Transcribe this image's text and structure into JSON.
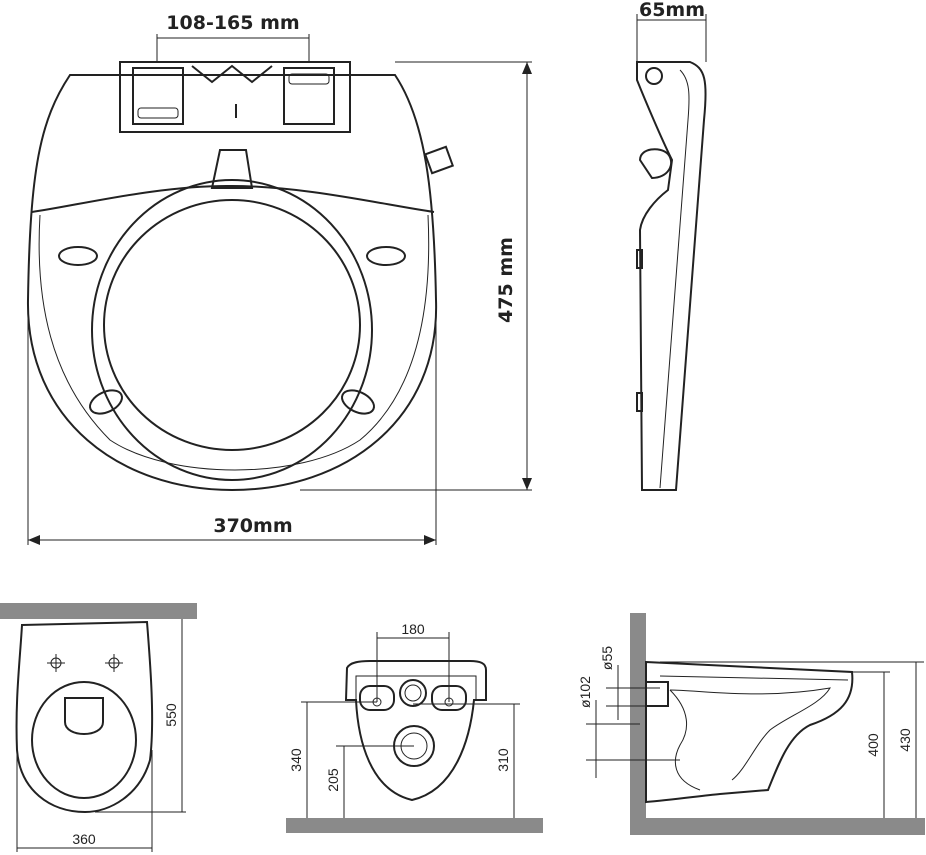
{
  "seat_top_view": {
    "hinge_width_range": "108-165 mm",
    "length": "475 mm",
    "width": "370mm"
  },
  "seat_side_view": {
    "thickness": "65mm"
  },
  "bowl_top_view": {
    "length": "550",
    "width": "360"
  },
  "bowl_rear_view": {
    "bolt_spacing": "180",
    "bolt_height": "340",
    "outlet_height": "205",
    "inlet_height": "310"
  },
  "bowl_side_view": {
    "inlet_diameter": "ø55",
    "outlet_diameter": "ø102",
    "rim_height": "400",
    "total_height": "430"
  }
}
